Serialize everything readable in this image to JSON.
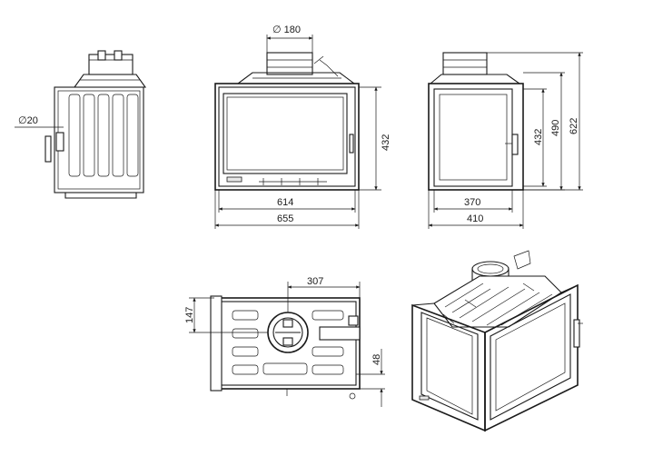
{
  "dimensions": {
    "flue_diameter": "180",
    "air_inlet_diameter": "20",
    "front_glass_height": "432",
    "front_inner_width": "614",
    "front_outer_width": "655",
    "side_glass_height": "432",
    "side_body_height": "490",
    "side_total_height": "622",
    "side_inner_depth": "370",
    "side_outer_depth": "410",
    "top_flue_offset_x": "307",
    "top_flue_offset_y": "147",
    "top_inlet_offset": "48"
  },
  "symbols": {
    "diameter": "∅"
  }
}
